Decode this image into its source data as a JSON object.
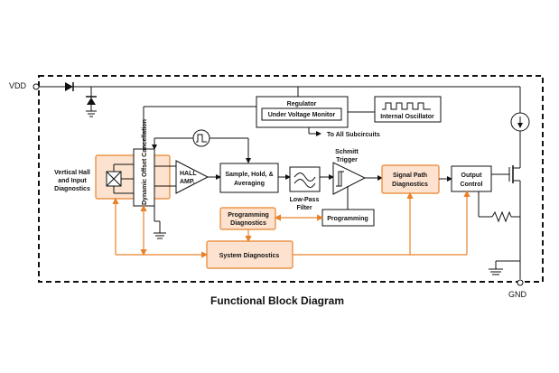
{
  "diagram": {
    "title": "Functional Block Diagram",
    "pins": {
      "vdd": "VDD",
      "gnd": "GND"
    },
    "blocks": {
      "regulator": "Regulator",
      "uv_monitor": "Under Voltage Monitor",
      "oscillator": "Internal Oscillator",
      "to_all": "To All Subcircuits",
      "vertical_hall": [
        "Vertical Hall",
        "and Input",
        "Diagnostics"
      ],
      "dynamic_offset": "Dynamic Offset Cancellation",
      "hall_amp": [
        "HALL",
        "AMP."
      ],
      "sample_hold": [
        "Sample, Hold, &",
        "Averaging"
      ],
      "lowpass": [
        "Low-Pass",
        "Filter"
      ],
      "schmitt": [
        "Schmitt",
        "Trigger"
      ],
      "signal_path": [
        "Signal Path",
        "Diagnostics"
      ],
      "output_control": [
        "Output",
        "Control"
      ],
      "programming_diag": [
        "Programming",
        "Diagnostics"
      ],
      "programming": "Programming",
      "system_diag": "System Diagnostics"
    },
    "colors": {
      "orange_line": "#e8822a",
      "orange_fill": "#fde3cf",
      "black": "#111111"
    }
  }
}
